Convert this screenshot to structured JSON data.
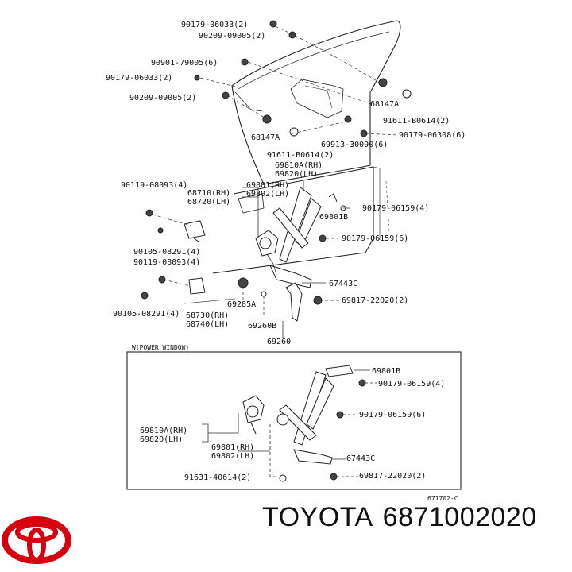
{
  "brand": {
    "name": "TOYOTA",
    "part_number": "6871002020",
    "logo": "toyota-logo",
    "logo_color": "#d7000f"
  },
  "diagram": {
    "main_labels": [
      "90179-06033(2)",
      "90209-09005(2)",
      "90901-79005(6)",
      "90179-06033(2)",
      "90209-09005(2)",
      "68147A",
      "91611-B0614(2)",
      "90179-06308(6)",
      "69913-30090(6)",
      "68147A",
      "91611-B0614(2)",
      "69810A(RH)",
      "69820(LH)",
      "90119-08093(4)",
      "68710(RH)",
      "68720(LH)",
      "69801(RH)",
      "69802(LH)",
      "69801B",
      "90179-06159(4)",
      "90179-06159(6)",
      "90105-08291(4)",
      "90119-08093(4)",
      "67443C",
      "69817-22020(2)",
      "90105-08291(4)",
      "69285A",
      "68730(RH)",
      "68740(LH)",
      "69260B",
      "69260"
    ],
    "inset": {
      "title": "W(POWER WINDOW)",
      "labels": [
        "69801B",
        "90179-06159(4)",
        "90179-06159(6)",
        "69810A(RH)",
        "69820(LH)",
        "69801(RH)",
        "69802(LH)",
        "67443C",
        "91631-40614(2)",
        "69817-22020(2)"
      ]
    },
    "ref_code": "671702-C"
  }
}
